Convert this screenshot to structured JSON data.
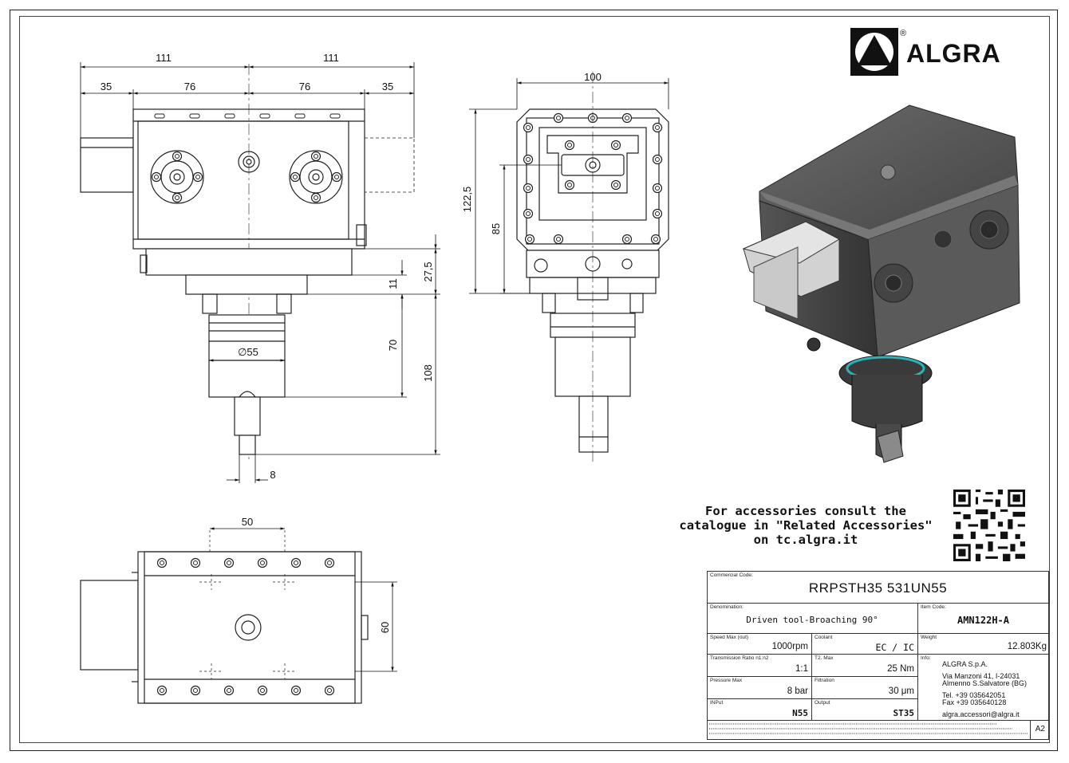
{
  "brand": {
    "name": "ALGRA",
    "reg_mark": "®"
  },
  "note": {
    "line1": "For accessories consult the",
    "line2": "catalogue in \"Related Accessories\"",
    "line3": "on tc.algra.it"
  },
  "dims": {
    "top_left_111": "111",
    "top_right_111": "111",
    "d35_left": "35",
    "d76_left": "76",
    "d76_right": "76",
    "d35_right": "35",
    "side_100": "100",
    "side_122_5": "122,5",
    "side_85": "85",
    "d27_5": "27,5",
    "d11": "11",
    "d70": "70",
    "d108": "108",
    "dia55": "∅55",
    "d8": "8",
    "d50": "50",
    "d60": "60"
  },
  "title_block": {
    "commercial_code_label": "Commercial Code:",
    "commercial_code": "RRPSTH35 531UN55",
    "denomination_label": "Denomination:",
    "denomination": "Driven tool-Broaching 90°",
    "item_code_label": "Item Code:",
    "item_code": "AMN122H-A",
    "speed_label": "Speed Max (out)",
    "speed": "1000rpm",
    "coolant_label": "Coolant",
    "coolant": "EC / IC",
    "weight_label": "Weight",
    "weight": "12.803Kg",
    "ratio_label": "Transmission Ratio n1:n2",
    "ratio": "1:1",
    "torque_label": "T2. Max",
    "torque": "25 Nm",
    "info_label": "Info:",
    "info_company": "ALGRA S.p.A.",
    "info_addr1": "Via Manzoni 41, I-24031",
    "info_addr2": "Almenno S.Salvatore (BG)",
    "info_tel": "Tel. +39 035642051",
    "info_fax": "Fax +39 035640128",
    "info_email": "algra.accessori@algra.it",
    "pressure_label": "Pressure Max",
    "pressure": "8 bar",
    "filtration_label": "Filtration",
    "filtration": "30 μm",
    "input_label": "INPut",
    "input": "N55",
    "output_label": "Output",
    "output": "ST35",
    "sheet_size": "A2"
  }
}
